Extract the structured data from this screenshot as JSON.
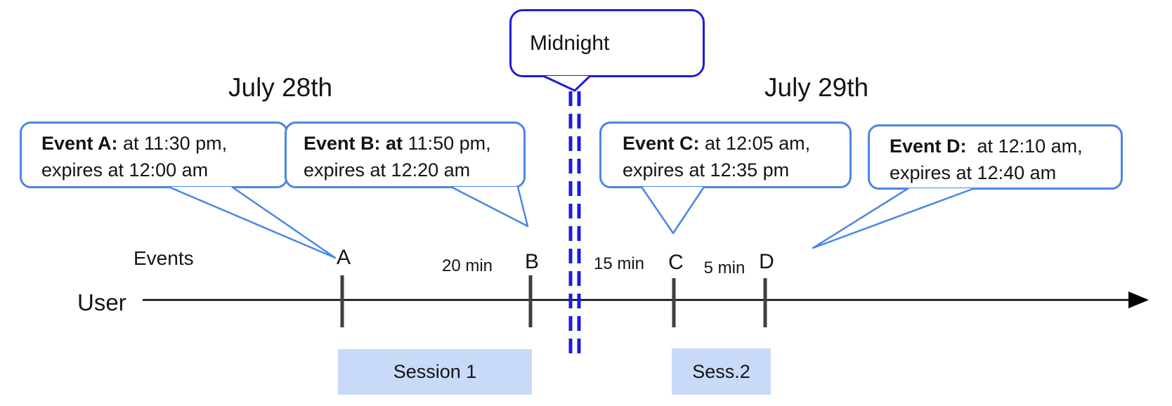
{
  "titles": {
    "left_day": "July 28th",
    "right_day": "July 29th"
  },
  "midnight": {
    "label": "Midnight"
  },
  "event_callouts": [
    {
      "bold": "Event A:",
      "line1": " at 11:30 pm,",
      "line2": "expires at 12:00 am"
    },
    {
      "bold": "Event B: at",
      "line1": " 11:50 pm,",
      "line2": "expires at 12:20 am"
    },
    {
      "bold": "Event C:",
      "line1": " at 12:05 am,",
      "line2": "expires at 12:35 pm"
    },
    {
      "bold": "Event D:",
      "line1": "  at 12:10 am,",
      "line2": "expires at 12:40 am"
    }
  ],
  "timeline": {
    "events_label": "Events",
    "user_label": "User",
    "ticks": [
      "A",
      "B",
      "C",
      "D"
    ],
    "intervals": [
      "20 min",
      "15 min",
      "5 min"
    ]
  },
  "sessions": [
    {
      "label": "Session 1"
    },
    {
      "label": "Sess.2"
    }
  ],
  "colors": {
    "callout_border": "#4a86e8",
    "midnight_blue": "#1c1ce0",
    "session_fill": "#c9daf8",
    "tick_gray": "#3f3f3f",
    "timeline_black": "#000000"
  }
}
